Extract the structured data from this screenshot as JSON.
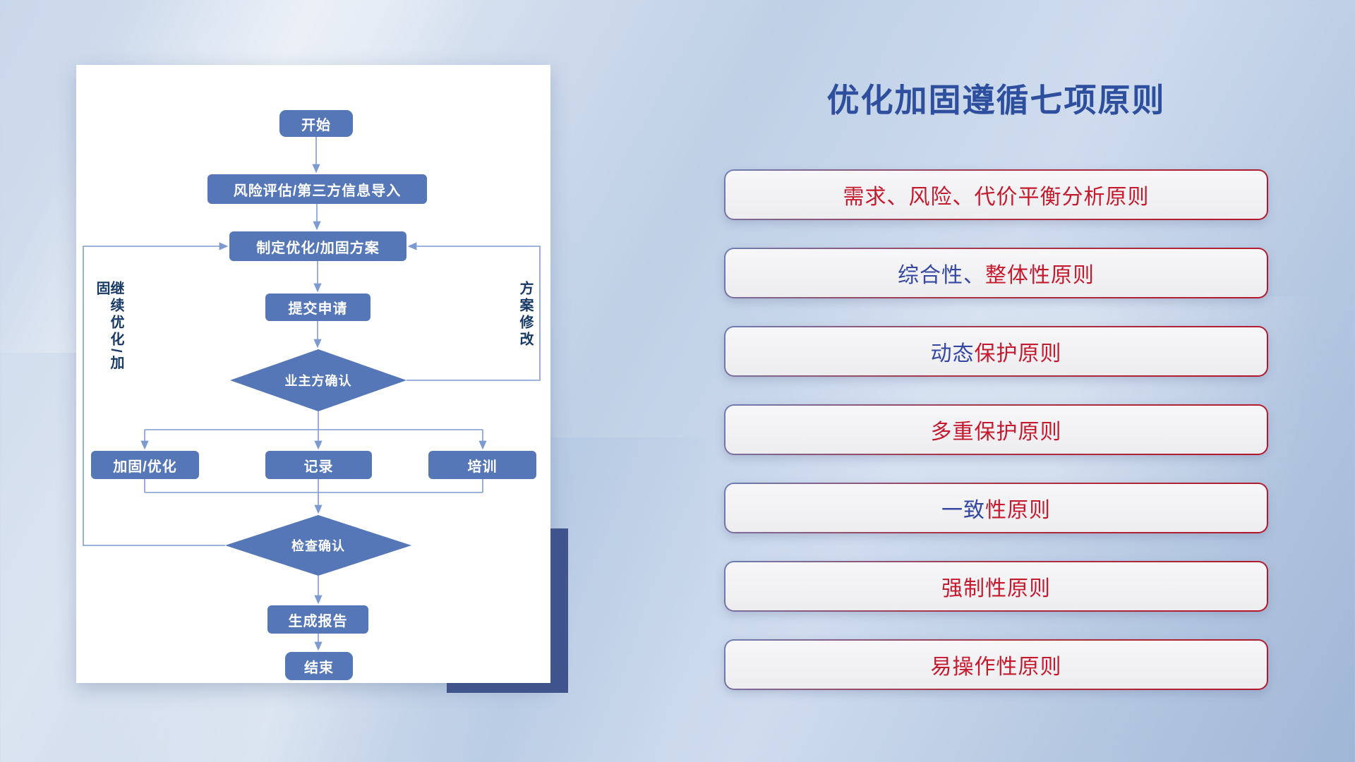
{
  "background": {
    "base_colors": [
      "#c9d7ea",
      "#bfd0e6",
      "#9fb6d6"
    ],
    "accent_rect_color": "#41548e",
    "card_color": "#ffffff"
  },
  "flowchart": {
    "nodes": {
      "start": "开始",
      "risk": "风险评估/第三方信息导入",
      "plan": "制定优化/加固方案",
      "submit": "提交申请",
      "confirm": "业主方确认",
      "reinforce": "加固/优化",
      "record": "记录",
      "training": "培训",
      "check": "检查确认",
      "report": "生成报告",
      "end": "结束"
    },
    "edge_labels": {
      "left_loop": "继续优化/加固",
      "right_loop": "方案修改"
    },
    "colors": {
      "node_fill": "#5576b7",
      "node_text": "#ffffff",
      "connector": "#7d9bd0",
      "edge_label_text": "#173a66"
    }
  },
  "panel": {
    "title": "优化加固遵循七项原则",
    "principles": [
      {
        "part1": "",
        "part2": "需求、风险、代价平衡分析原则"
      },
      {
        "part1": "综合性、",
        "part2": "整体性原则"
      },
      {
        "part1": "动态",
        "part2": "保护原则"
      },
      {
        "part1": "",
        "part2": "多重保护原则"
      },
      {
        "part1": "一致",
        "part2": "性原则"
      },
      {
        "part1": "",
        "part2": "强制性原则"
      },
      {
        "part1": "",
        "part2": "易操作性原则"
      }
    ],
    "colors": {
      "title": "#2e4f9e",
      "text_red": "#c5192d",
      "text_blue": "#3448a1",
      "box_fill": "#f2f2f4"
    }
  }
}
